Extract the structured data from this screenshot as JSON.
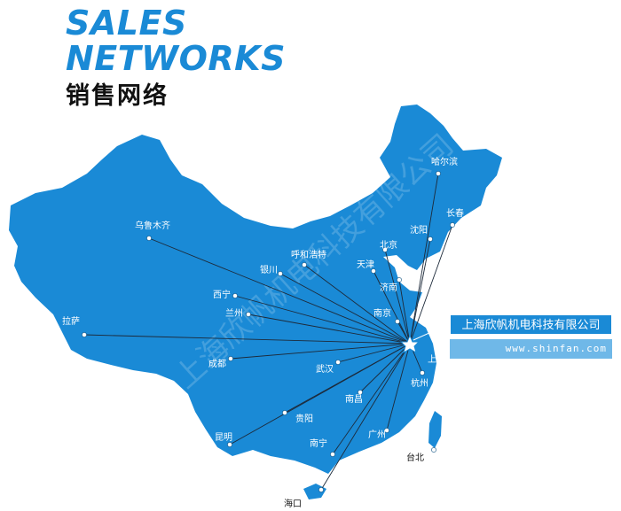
{
  "title": {
    "en_line1": "SALES",
    "en_line2": "NETWORKS",
    "cn": "销售网络"
  },
  "hub": {
    "name": "上海",
    "symbol": "star"
  },
  "company": {
    "name": "上海欣帆机电科技有限公司",
    "website": "www.shinfan.com"
  },
  "watermark": "上海欣帆机电科技有限公司",
  "cities": [
    {
      "name": "哈尔滨"
    },
    {
      "name": "长春"
    },
    {
      "name": "沈阳"
    },
    {
      "name": "北京"
    },
    {
      "name": "天津"
    },
    {
      "name": "呼和浩特"
    },
    {
      "name": "银川"
    },
    {
      "name": "济南"
    },
    {
      "name": "南京"
    },
    {
      "name": "西宁"
    },
    {
      "name": "兰州"
    },
    {
      "name": "乌鲁木齐"
    },
    {
      "name": "拉萨"
    },
    {
      "name": "成都"
    },
    {
      "name": "武汉"
    },
    {
      "name": "南昌"
    },
    {
      "name": "杭州"
    },
    {
      "name": "贵阳"
    },
    {
      "name": "昆明"
    },
    {
      "name": "南宁"
    },
    {
      "name": "广州"
    },
    {
      "name": "台北"
    },
    {
      "name": "海口"
    }
  ],
  "colors": {
    "map_fill": "#1a8ad6",
    "title_en": "#1a8ad6",
    "lines": "#1d2a3a",
    "dots": "#ffffff"
  }
}
